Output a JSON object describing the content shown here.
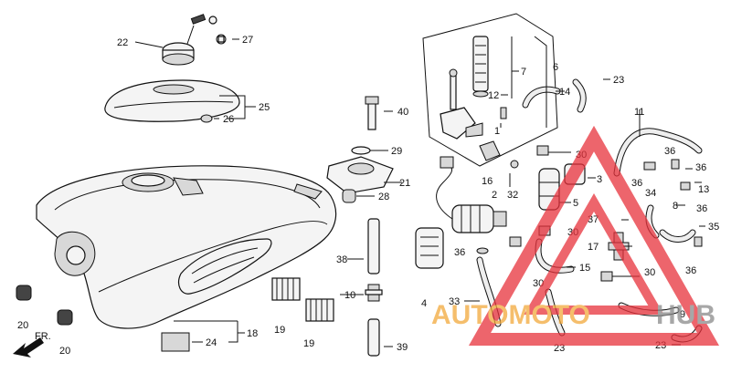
{
  "labels": {
    "l1": "1",
    "l2": "2",
    "l3": "3",
    "l4": "4",
    "l5": "5",
    "l6": "6",
    "l7": "7",
    "l8": "8",
    "l9": "9",
    "l10": "10",
    "l11": "11",
    "l12": "12",
    "l13": "13",
    "l14": "14",
    "l15": "15",
    "l16": "16",
    "l17": "17",
    "l18": "18",
    "l19a": "19",
    "l19b": "19",
    "l20a": "20",
    "l20b": "20",
    "l21": "21",
    "l22": "22",
    "l23a": "23",
    "l23b": "23",
    "l23c": "23",
    "l24": "24",
    "l25": "25",
    "l26": "26",
    "l27": "27",
    "l28": "28",
    "l29": "29",
    "l30a": "30",
    "l30b": "30",
    "l30c": "30",
    "l30d": "30",
    "l32": "32",
    "l33": "33",
    "l34": "34",
    "l35": "35",
    "l36a": "36",
    "l36b": "36",
    "l36c": "36",
    "l36d": "36",
    "l36e": "36",
    "l36f": "36",
    "l37": "37",
    "l38": "38",
    "l39": "39",
    "l40": "40"
  },
  "front_marker": "FR.",
  "watermark": {
    "part1": "AUTOMOTO",
    "part2": "HUB",
    "color_orange": "#f2a93b",
    "color_gray": "#8a8a8a",
    "triangle_color": "#e8323c"
  }
}
